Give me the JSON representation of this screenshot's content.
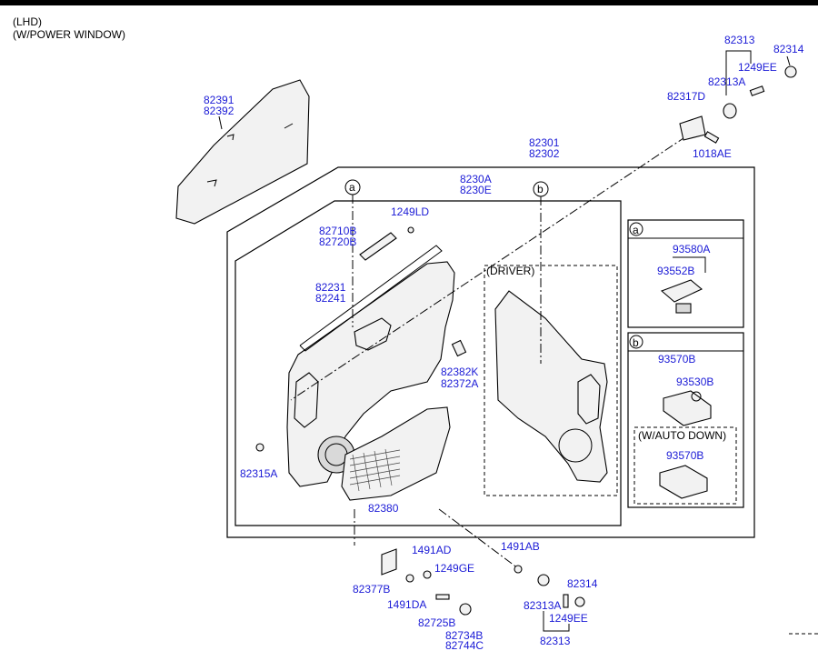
{
  "header": {
    "line1": "(LHD)",
    "line2": "(W/POWER WINDOW)"
  },
  "colors": {
    "part_label": "#1b1bd6",
    "line": "#000000"
  },
  "labels": {
    "l82391": "82391",
    "l82392": "82392",
    "l82301": "82301",
    "l82302": "82302",
    "l8230A": "8230A",
    "l8230E": "8230E",
    "l82313_top": "82313",
    "l82314_top": "82314",
    "l1249EE_top": "1249EE",
    "l82313A_top": "82313A",
    "l82317D": "82317D",
    "l1018AE": "1018AE",
    "l1249LD": "1249LD",
    "l82710B": "82710B",
    "l82720B": "82720B",
    "l82231": "82231",
    "l82241": "82241",
    "l82382K": "82382K",
    "l82372A": "82372A",
    "l82315A": "82315A",
    "l82380": "82380",
    "l93580A": "93580A",
    "l93552B": "93552B",
    "l93570B_a": "93570B",
    "l93530B": "93530B",
    "l93570B_b": "93570B",
    "l1491AD": "1491AD",
    "l1249GE": "1249GE",
    "l82377B": "82377B",
    "l1491DA": "1491DA",
    "l82725B": "82725B",
    "l82734B": "82734B",
    "l82744C": "82744C",
    "l1491AB": "1491AB",
    "l82314_bot": "82314",
    "l82313A_bot": "82313A",
    "l1249EE_bot": "1249EE",
    "l82313_bot": "82313",
    "driver": "(DRIVER)",
    "auto_down": "(W/AUTO DOWN)",
    "callout_a": "a",
    "callout_b": "b"
  }
}
